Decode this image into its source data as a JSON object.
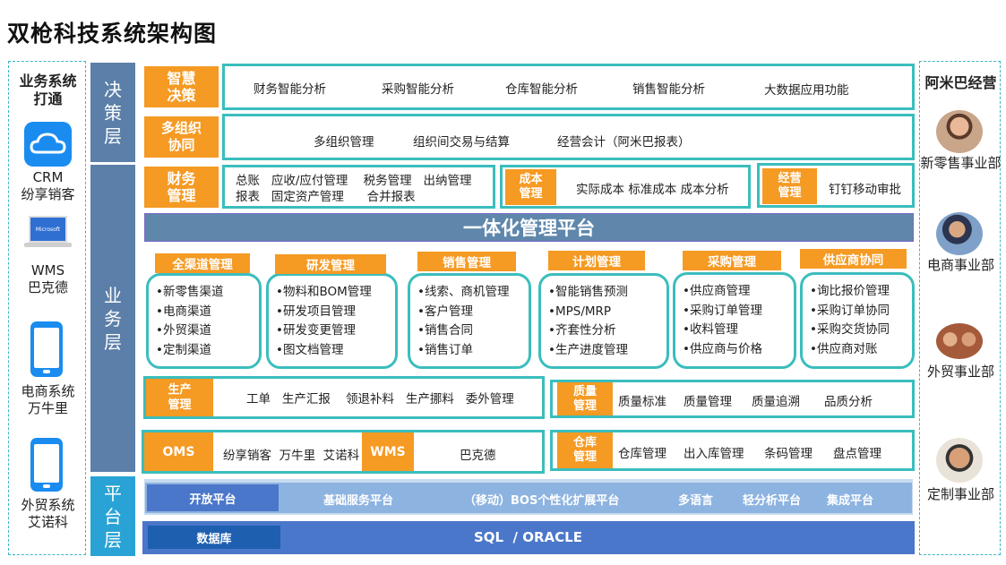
{
  "title": "双枪科技系统架构图",
  "left_panel": {
    "heading": "业务系统\n打通",
    "items": [
      {
        "label": "CRM\n纷享销客",
        "icon": "cloud-icon"
      },
      {
        "label": "WMS\n巴克德",
        "icon": "laptop-icon",
        "screen_text": "Microsoft"
      },
      {
        "label": "电商系统\n万牛里",
        "icon": "phone-icon"
      },
      {
        "label": "外贸系统\n艾诺科",
        "icon": "phone-icon"
      }
    ]
  },
  "right_panel": {
    "heading": "阿米巴经营",
    "items": [
      "新零售事业部",
      "电商事业部",
      "外贸事业部",
      "定制事业部"
    ]
  },
  "layers": {
    "decision": "决\n策\n层",
    "business": "业\n务\n层",
    "platform": "平\n台\n层"
  },
  "decision": {
    "row1_label": "智慧\n决策",
    "row1_items": [
      "财务智能分析",
      "采购智能分析",
      "仓库智能分析",
      "销售智能分析",
      "大数据应用功能"
    ],
    "row2_label": "多组织\n协同",
    "row2_items": [
      "多组织管理",
      "组织间交易与结算",
      "经营会计（阿米巴报表）"
    ]
  },
  "finance": {
    "label": "财务\n管理",
    "line1": "总账   应收/应付管理    税务管理   出纳管理",
    "line2": "报表   固定资产管理      合并报表"
  },
  "cost": {
    "label": "成本\n管理",
    "text": "实际成本  标准成本  成本分析"
  },
  "operation": {
    "label": "经营\n管理",
    "text": "钉钉移动审批"
  },
  "banner": "一体化管理平台",
  "modules": [
    {
      "title": "全渠道管理",
      "items": [
        "•新零售渠道",
        "•电商渠道",
        "•外贸渠道",
        "•定制渠道"
      ]
    },
    {
      "title": "研发管理",
      "items": [
        "•物料和BOM管理",
        "•研发项目管理",
        "•研发变更管理",
        "•图文档管理"
      ]
    },
    {
      "title": "销售管理",
      "items": [
        "•线索、商机管理",
        "•客户管理",
        "•销售合同",
        "•销售订单"
      ]
    },
    {
      "title": "计划管理",
      "items": [
        "•智能销售预测",
        "•MPS/MRP",
        "•齐套性分析",
        "•生产进度管理"
      ]
    },
    {
      "title": "采购管理",
      "items": [
        "•供应商管理",
        "•采购订单管理",
        "•收料管理",
        "•供应商与价格"
      ]
    },
    {
      "title": "供应商协同",
      "items": [
        "•询比报价管理",
        "•采购订单协同",
        "•采购交货协同",
        "•供应商对账"
      ]
    }
  ],
  "production": {
    "label": "生产\n管理",
    "text": "工单   生产汇报    领退补料   生产挪料   委外管理"
  },
  "quality": {
    "label": "质量\n管理",
    "items": [
      "质量标准",
      "质量管理",
      "质量追溯",
      "品质分析"
    ]
  },
  "oms": {
    "label": "OMS",
    "text": "纷享销客  万牛里  艾诺科"
  },
  "wms": {
    "label": "WMS",
    "text": "巴克德"
  },
  "warehouse": {
    "label": "仓库\n管理",
    "items": [
      "仓库管理",
      "出入库管理",
      "条码管理",
      "盘点管理"
    ]
  },
  "platform": {
    "open": "开放平台",
    "items": [
      "基础服务平台",
      "（移动）BOS个性化扩展平台",
      "多语言",
      "轻分析平台",
      "集成平台"
    ],
    "db_label": "数据库",
    "db_value": "SQL  / ORACLE"
  },
  "colors": {
    "orange": "#f59a23",
    "teal": "#3bbdbd",
    "layer": "#5b7fa8",
    "platform_layer": "#29a3d6",
    "banner": "#5f87ab"
  }
}
